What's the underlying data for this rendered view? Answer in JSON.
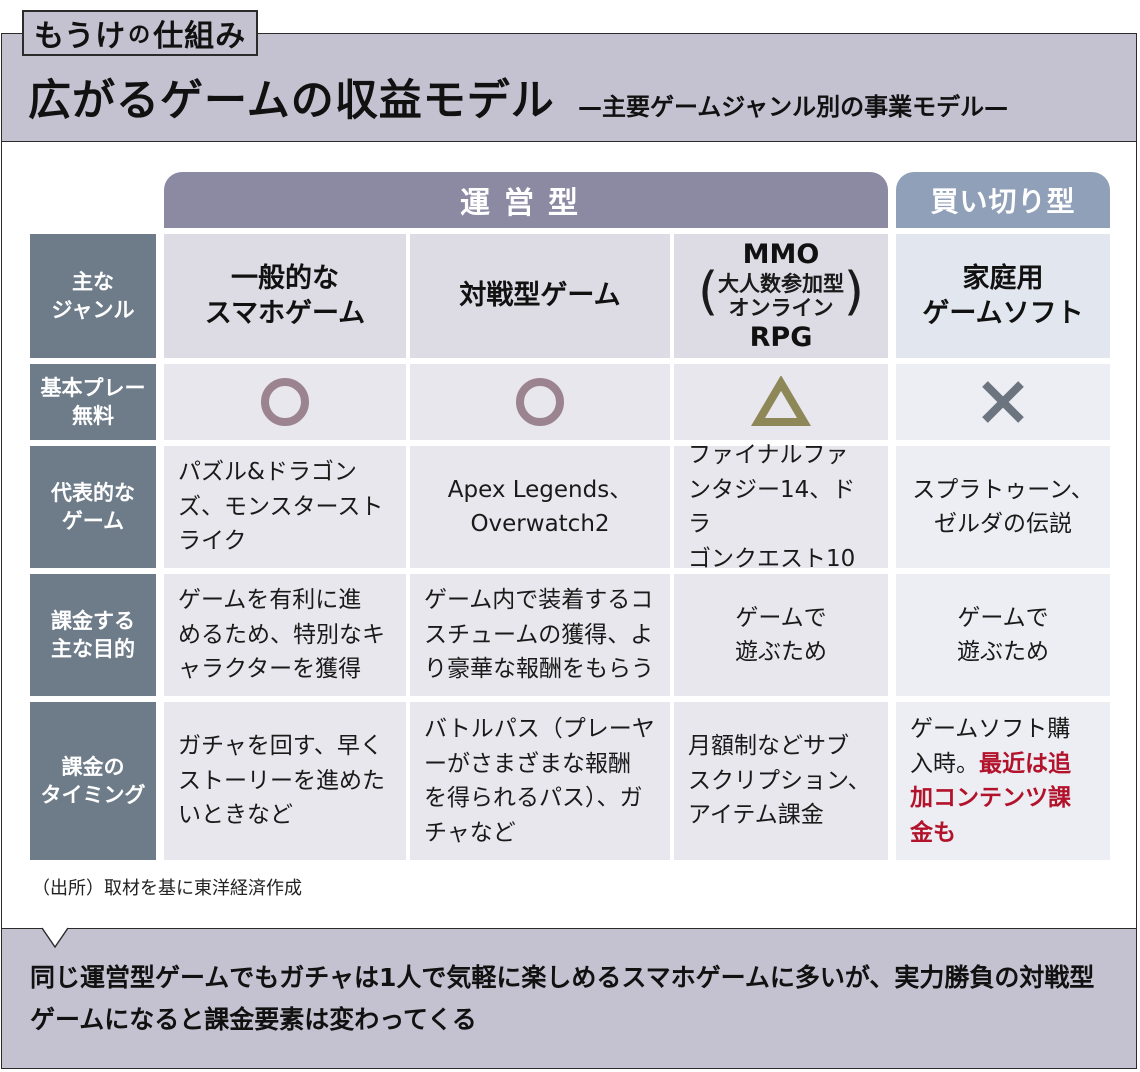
{
  "header": {
    "tag_main1": "もうけ",
    "tag_small": "の",
    "tag_main2": "仕組み",
    "title": "広がるゲームの収益モデル",
    "subtitle": "—主要ゲームジャンル別の事業モデル—"
  },
  "groups": {
    "operated": "運営型",
    "buyout": "買い切り型"
  },
  "row_headers": {
    "genre": "主な\nジャンル",
    "free": "基本プレー\n無料",
    "examples": "代表的な\nゲーム",
    "purpose": "課金する\n主な目的",
    "timing": "課金の\nタイミング"
  },
  "columns": [
    {
      "genre": "一般的な\nスマホゲーム",
      "free_symbol": "circle",
      "examples": "パズル&ドラゴン\nズ、モンスタースト\nライク",
      "purpose": "ゲームを有利に進\nめるため、特別なキ\nャラクターを獲得",
      "timing": "ガチャを回す、早く\nストーリーを進めた\nいときなど"
    },
    {
      "genre": "対戦型ゲーム",
      "free_symbol": "circle",
      "examples": "Apex Legends、\nOverwatch2",
      "purpose": "ゲーム内で装着するコ\nスチュームの獲得、よ\nり豪華な報酬をもらう",
      "timing": "バトルパス（プレーヤ\nーがさまざまな報酬\nを得られるパス）、ガ\nチャなど"
    },
    {
      "genre_top": "MMO",
      "genre_sub": "大人数参加型\nオンライン",
      "genre_bottom": "RPG",
      "paren_left": "(",
      "paren_right": ")",
      "free_symbol": "triangle",
      "examples": "ファイナルファ\nンタジー14、ドラ\nゴンクエスト10",
      "purpose": "ゲームで\n遊ぶため",
      "timing": "月額制などサブ\nスクリプション、\nアイテム課金"
    },
    {
      "genre": "家庭用\nゲームソフト",
      "free_symbol": "cross",
      "examples": "スプラトゥーン、\nゼルダの伝説",
      "purpose": "ゲームで\n遊ぶため",
      "timing_plain": "ゲームソフト購\n入時。",
      "timing_red": "最近は追\n加コンテンツ課\n金も"
    }
  ],
  "source": "（出所）取材を基に東洋経済作成",
  "summary": "同じ運営型ゲームでもガチャは1人で気軽に楽しめるスマホゲームに多いが、実力勝負の対戦型ゲームになると課金要素は変わってくる",
  "colors": {
    "band": "#c4c2d0",
    "operated": "#8c89a3",
    "buyout": "#8fa0b8",
    "row_header": "#6e7c89",
    "circle": "#9b8390",
    "triangle": "#8e8757",
    "cross": "#6c7480",
    "highlight": "#b3122b"
  }
}
